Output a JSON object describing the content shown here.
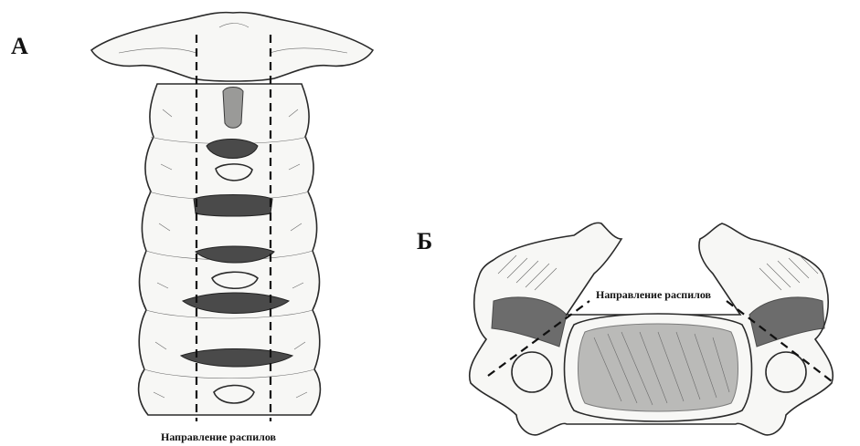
{
  "panels": {
    "a": {
      "label": "А",
      "caption": "Направление распилов"
    },
    "b": {
      "label": "Б",
      "caption": "Направление распилов"
    }
  },
  "colors": {
    "bone_fill": "#f7f7f5",
    "outline": "#2a2a2a",
    "shadow": "#4a4a4a",
    "cut_line": "#111111"
  },
  "icons": {
    "figure_a": "cervical-spine-anterior-view",
    "figure_b": "cervical-vertebra-superior-view"
  }
}
